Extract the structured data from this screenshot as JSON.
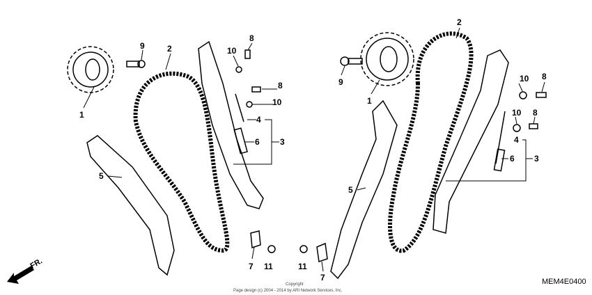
{
  "diagram": {
    "left_assembly_labels": [
      "9",
      "1",
      "2",
      "10",
      "8",
      "8",
      "10",
      "4",
      "3",
      "6",
      "5",
      "7",
      "11"
    ],
    "right_assembly_labels": [
      "11",
      "7",
      "2",
      "9",
      "1",
      "10",
      "8",
      "10",
      "8",
      "4",
      "6",
      "3",
      "5"
    ],
    "direction_marker": "FR.",
    "copyright_line1": "Copyright",
    "copyright_line2": "Page design (c) 2004 - 2014 by ARI Network Services, Inc.",
    "diagram_code": "MEM4E0400"
  }
}
